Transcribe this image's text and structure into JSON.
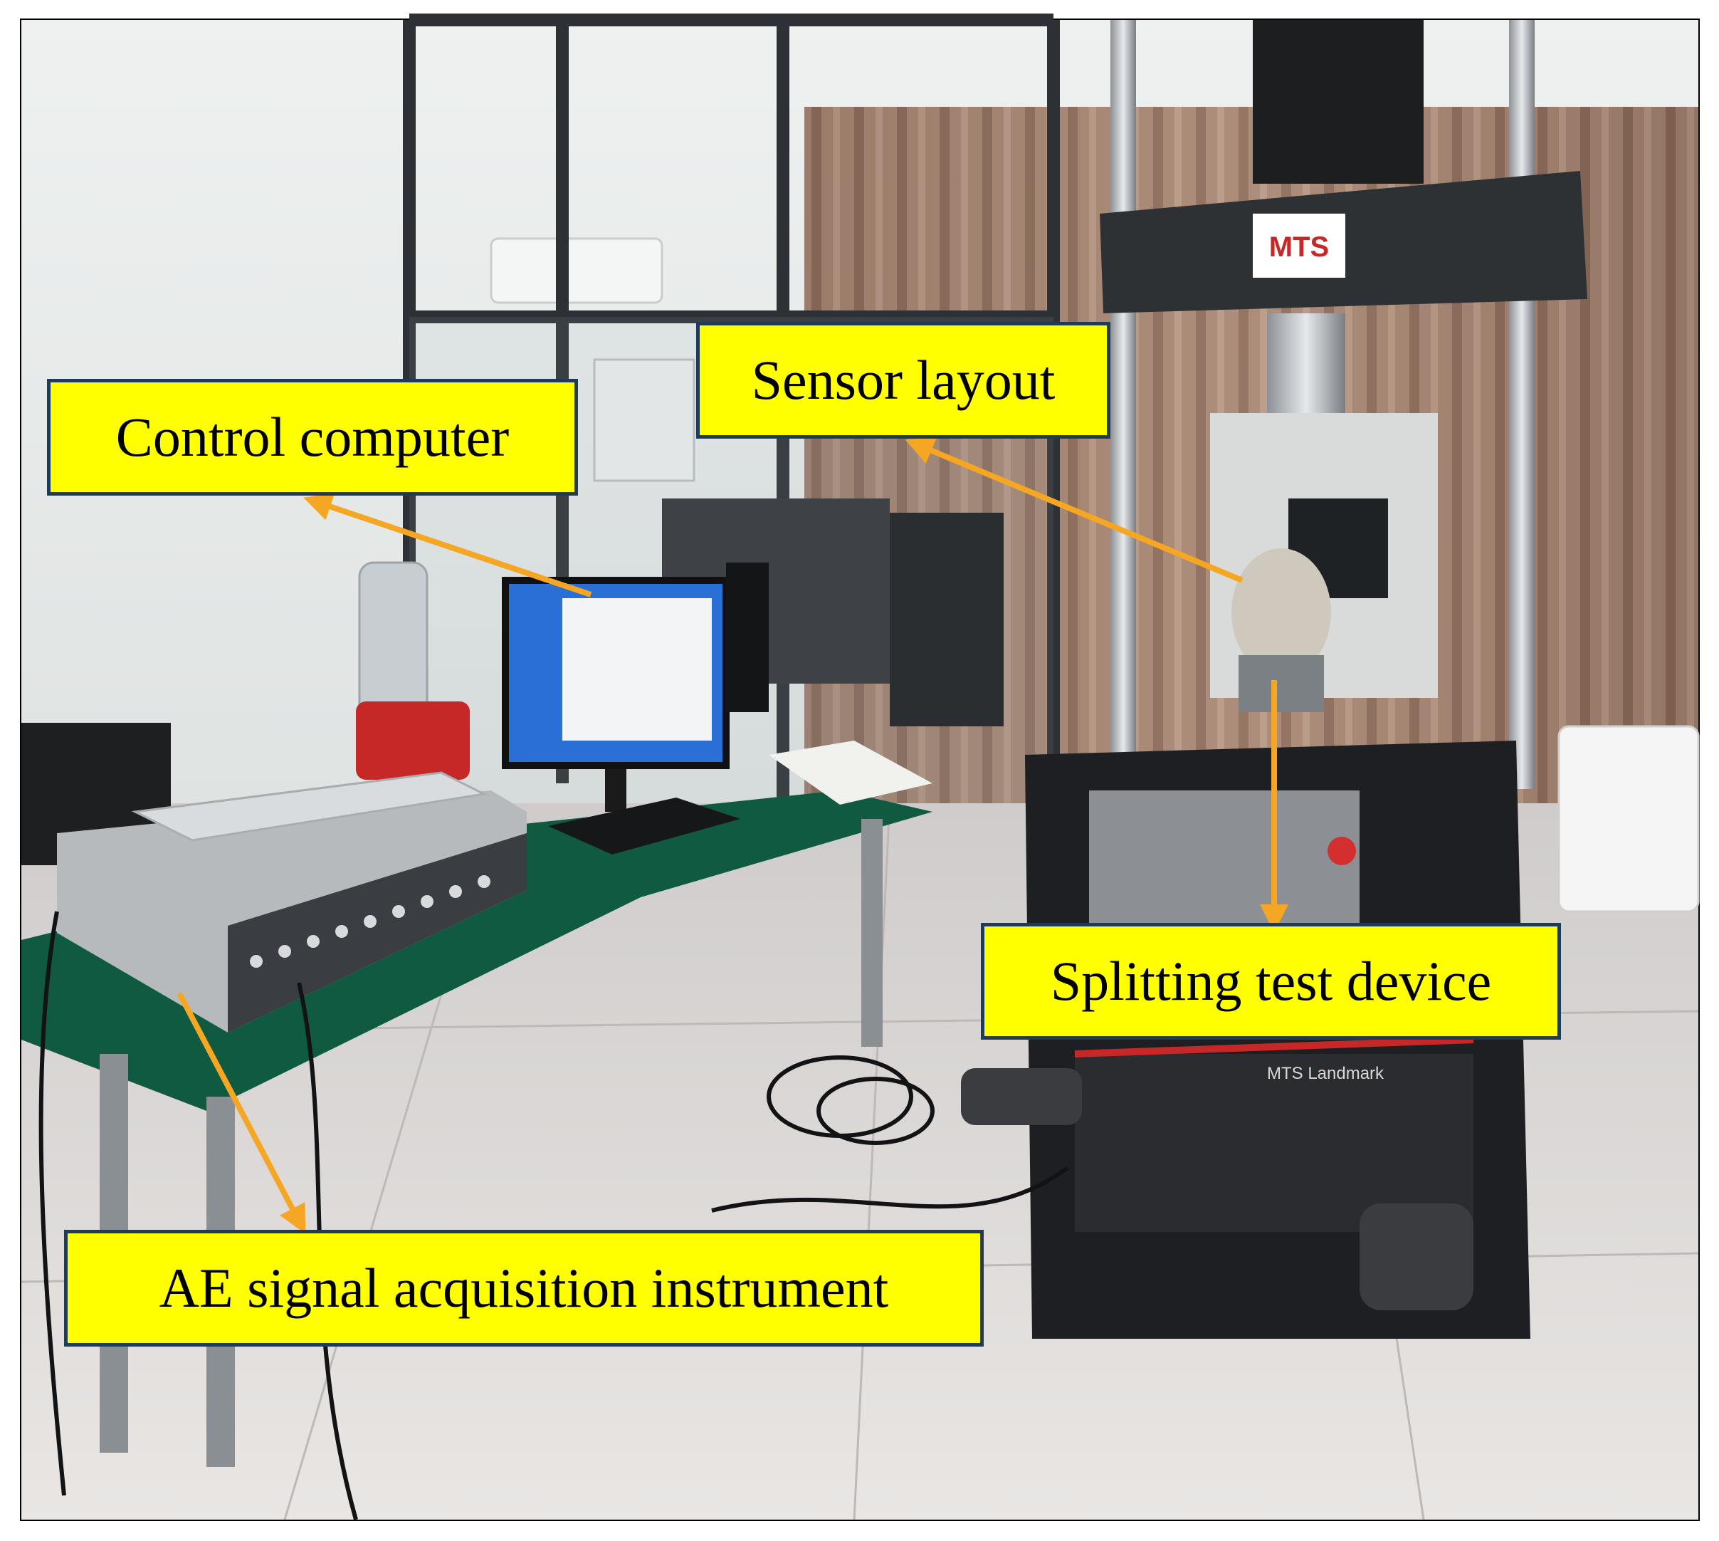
{
  "labels": {
    "control_computer": "Control computer",
    "sensor_layout": "Sensor layout",
    "splitting_test_device": "Splitting test device",
    "ae_instrument": "AE signal acquisition instrument"
  },
  "photo_text": {
    "frame_brand": "MTS",
    "base_brand": "MTS Landmark"
  },
  "colors": {
    "label_fill": "#ffff00",
    "label_border": "#1f3b57",
    "arrow": "#f5a623"
  }
}
